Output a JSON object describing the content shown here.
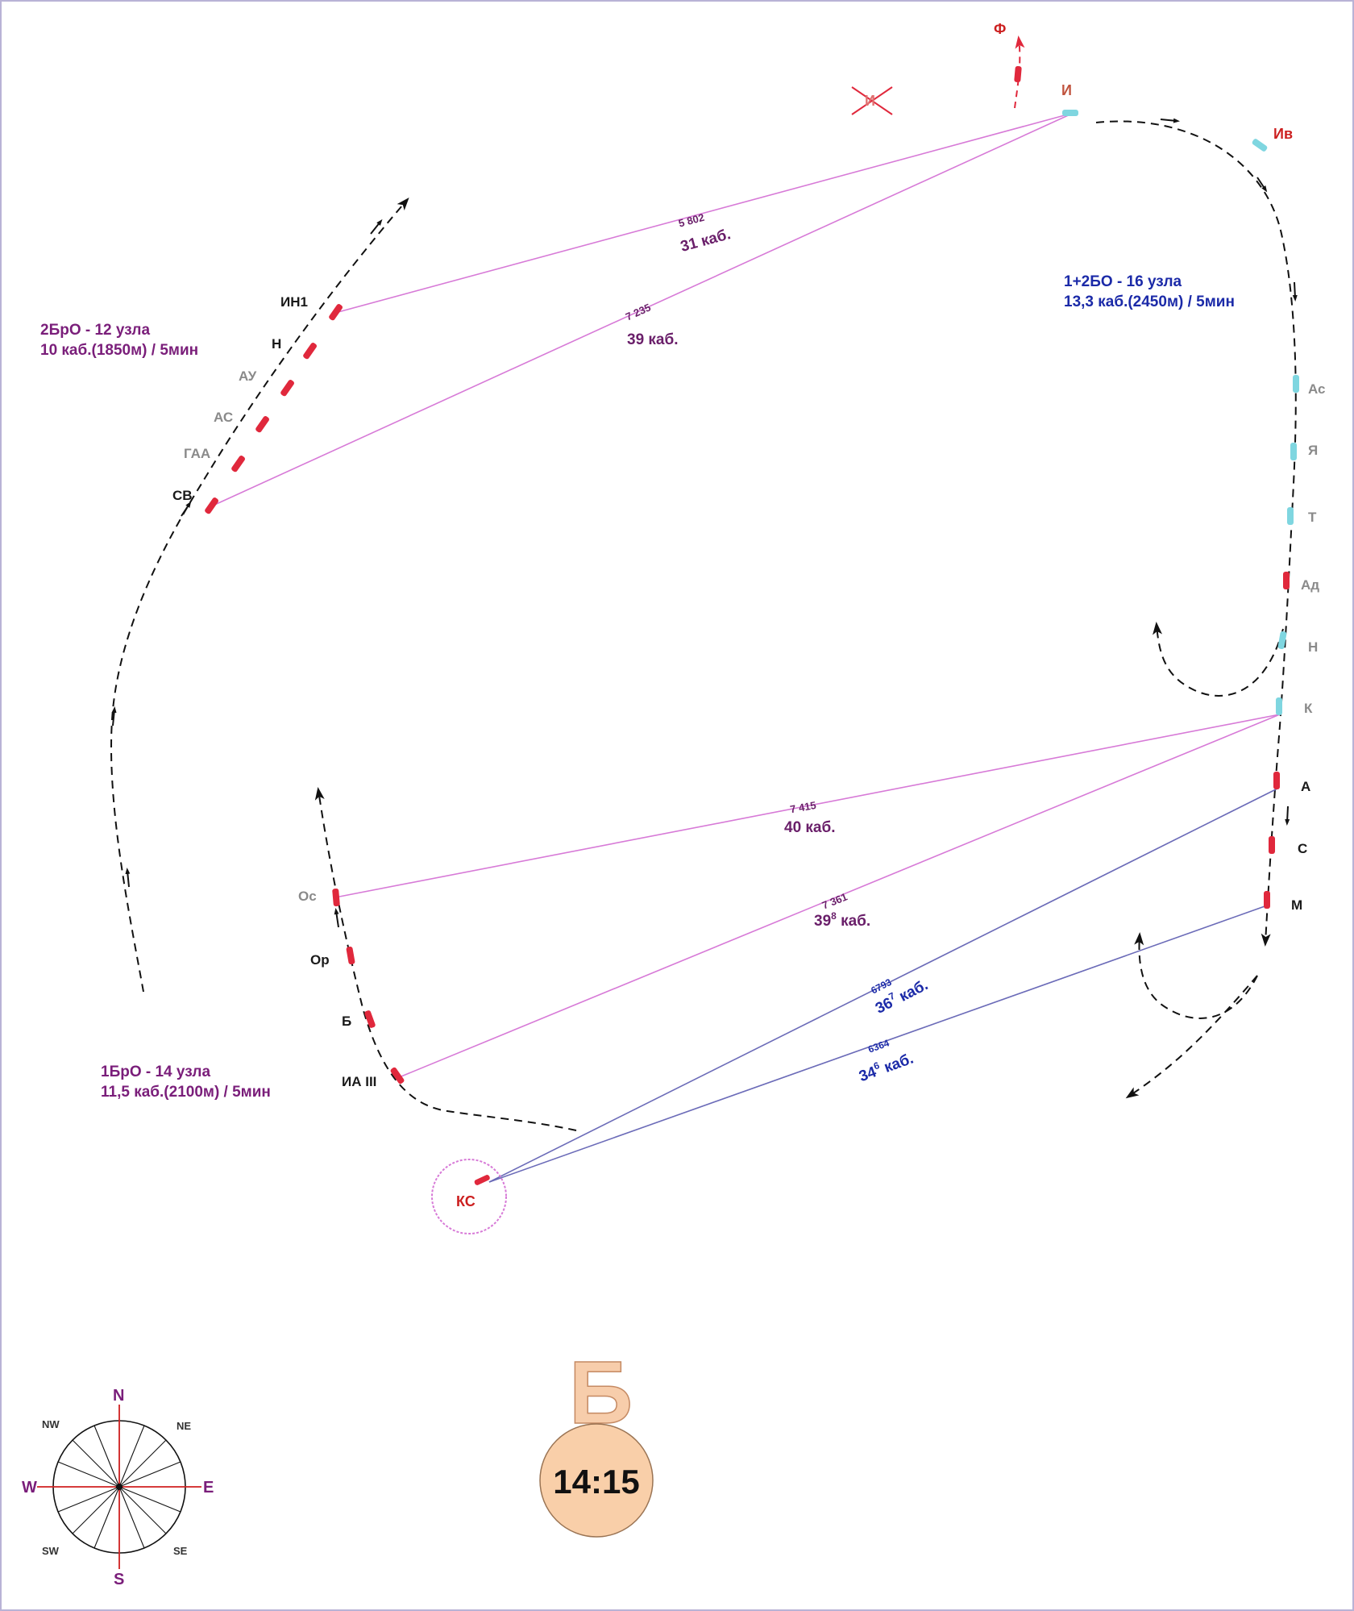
{
  "groups": {
    "g2bro": {
      "title": "2БрО - 12 узла",
      "subtitle": "10 каб.(1850м) / 5мин"
    },
    "g12bo": {
      "title": "1+2БО - 16 узла",
      "subtitle": "13,3 каб.(2450м) / 5мин"
    },
    "g1bro": {
      "title": "1БрО - 14 узла",
      "subtitle": "11,5 каб.(2100м) / 5мин"
    }
  },
  "ships_left": [
    "ИН1",
    "Н",
    "АУ",
    "АС",
    "ГАА",
    "СВ"
  ],
  "ships_right": [
    "Ас",
    "Я",
    "Т",
    "Ад",
    "Н",
    "К",
    "А",
    "С",
    "М"
  ],
  "ships_bottom": [
    "Ос",
    "Ор",
    "Б",
    "ИА III"
  ],
  "top_labels": {
    "f": "Ф",
    "i": "И",
    "iv": "Ив",
    "crossed": "И"
  },
  "target": "КС",
  "distances": [
    {
      "small": "5 802",
      "big": "31 каб."
    },
    {
      "small": "7 235",
      "big": "39 каб."
    },
    {
      "small": "7 415",
      "big": "40 каб."
    },
    {
      "small": "7 361",
      "big": "39",
      "sup": "8",
      "unit": " каб."
    },
    {
      "small": "6793",
      "big": "36",
      "sup": "7",
      "unit": " каб."
    },
    {
      "small": "6364",
      "big": "34",
      "sup": "6",
      "unit": " каб."
    }
  ],
  "compass": {
    "n": "N",
    "s": "S",
    "e": "E",
    "w": "W",
    "ne": "NE",
    "nw": "NW",
    "se": "SE",
    "sw": "SW"
  },
  "phase_letter": "Б",
  "time": "14:15",
  "colors": {
    "magenta_line": "#d77ad7",
    "blue_line": "#6b6bb8",
    "ship_red": "#e0283c",
    "ship_cyan": "#7fd6e0",
    "badge_fill": "#f9cfa9",
    "track": "#111111"
  }
}
